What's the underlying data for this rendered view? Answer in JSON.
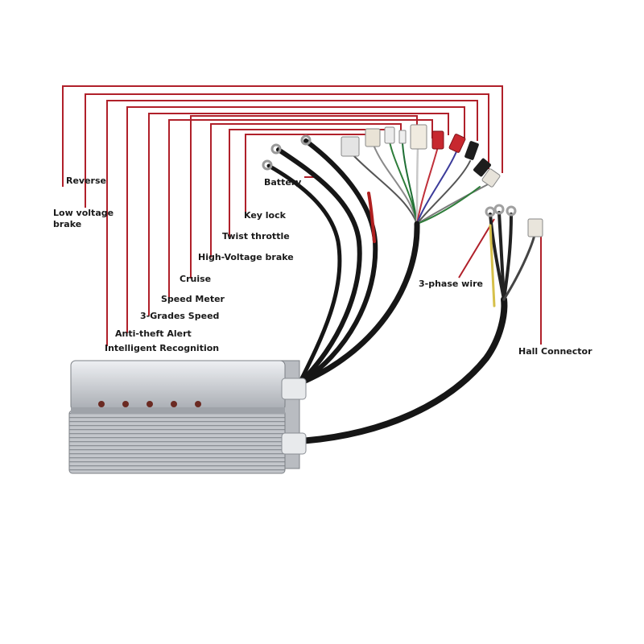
{
  "colors": {
    "leader": "#b0202a",
    "cable": "#161616",
    "housing": "#c9ccd1",
    "housing_dark": "#8d9197",
    "led": "#6b2a22"
  },
  "labels": {
    "reverse": "Reverse",
    "low_voltage_brake": "Low voltage brake",
    "battery": "Battery",
    "key_lock": "Key lock",
    "twist_throttle": "Twist throttle",
    "high_voltage_brake": "High-Voltage brake",
    "cruise": "Cruise",
    "speed_meter": "Speed Meter",
    "three_grades_speed": "3-Grades Speed",
    "anti_theft_alert": "Anti-theft Alert",
    "intelligent_recognition": "Intelligent Recognition",
    "three_phase_wire": "3-phase wire",
    "hall_connector": "Hall Connector"
  }
}
